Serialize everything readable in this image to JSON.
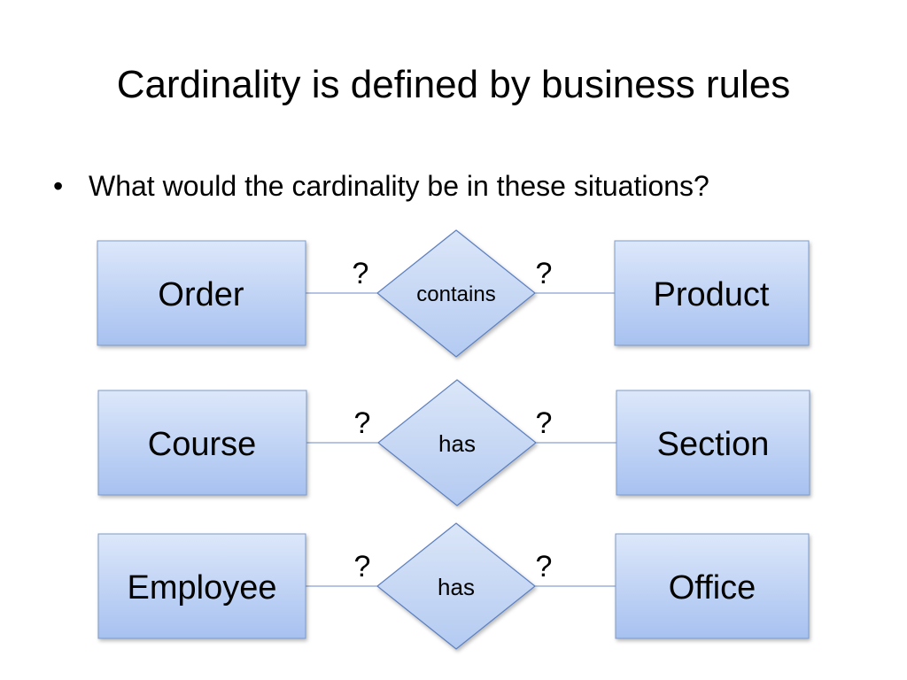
{
  "slide": {
    "title": "Cardinality is defined by business rules",
    "bullet": "What would the cardinality be in these situations?",
    "bullet_symbol": "•"
  },
  "diagram": {
    "rows": [
      {
        "left_entity": "Order",
        "relationship": "contains",
        "right_entity": "Product",
        "left_cardinality": "?",
        "right_cardinality": "?"
      },
      {
        "left_entity": "Course",
        "relationship": "has",
        "right_entity": "Section",
        "left_cardinality": "?",
        "right_cardinality": "?"
      },
      {
        "left_entity": "Employee",
        "relationship": "has",
        "right_entity": "Office",
        "left_cardinality": "?",
        "right_cardinality": "?"
      }
    ],
    "colors": {
      "entity_fill_top": "#dbe6f9",
      "entity_fill_bottom": "#a9c3f0",
      "entity_border": "#7f9cc9",
      "connector": "#6b8ac4"
    }
  }
}
